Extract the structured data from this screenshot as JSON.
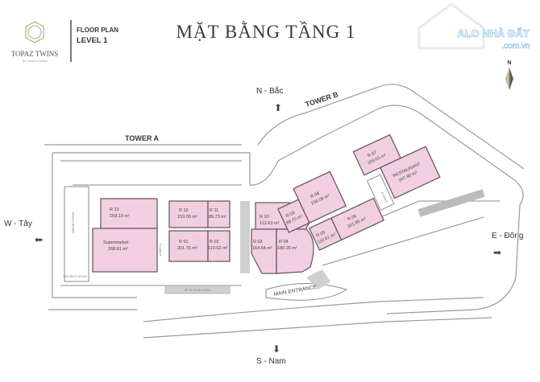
{
  "logo": {
    "brand": "TOPAZ TWINS",
    "tagline": "The Heart of Central"
  },
  "header": {
    "floor_plan": "FLOOR PLAN",
    "level": "LEVEL 1",
    "title": "MẶT BẰNG TẦNG 1"
  },
  "watermark": {
    "line1": "ALO NHÀ ĐẤT",
    "line2": ".com.vn"
  },
  "compass": {
    "north": "N"
  },
  "directions": {
    "north": "N - Bắc",
    "south": "S - Nam",
    "west": "W - Tây",
    "east": "E - Đông"
  },
  "towers": {
    "a": "TOWER A",
    "b": "TOWER B"
  },
  "labels": {
    "main_entrance": "MAIN ENTRANCE",
    "lobby_a": "LOBBY A",
    "lobby_b": "LOBBY B",
    "genset": "GENSET ROOM",
    "security": "SECURITY ROOM",
    "ramp": "UP TO ROAD LEVEL"
  },
  "rooms": [
    {
      "name": "R 13",
      "area": "169.19 m²"
    },
    {
      "name": "Supermarket",
      "area": "268.61 m²"
    },
    {
      "name": "R 12",
      "area": "159.09 m²"
    },
    {
      "name": "R 11",
      "area": "89.73 m²"
    },
    {
      "name": "R 01",
      "area": "201.75 m²"
    },
    {
      "name": "R 02",
      "area": "110.52 m²"
    },
    {
      "name": "R 10",
      "area": "112.63 m²"
    },
    {
      "name": "R 03",
      "area": "164.64 m²"
    },
    {
      "name": "R 04",
      "area": "180.20 m²"
    },
    {
      "name": "R 09",
      "area": "89.70 m²"
    },
    {
      "name": "R 08",
      "area": "159.09 m²"
    },
    {
      "name": "R 05",
      "area": "110.61 m²"
    },
    {
      "name": "R 06",
      "area": "201.85 m²"
    },
    {
      "name": "R 07",
      "area": "169.63 m²"
    },
    {
      "name": "RESTAURANT",
      "area": "267.90 m²"
    }
  ],
  "colors": {
    "room": "#f1cfe0",
    "logo": "#b9a77a",
    "watermark": "#5aa0d8"
  }
}
